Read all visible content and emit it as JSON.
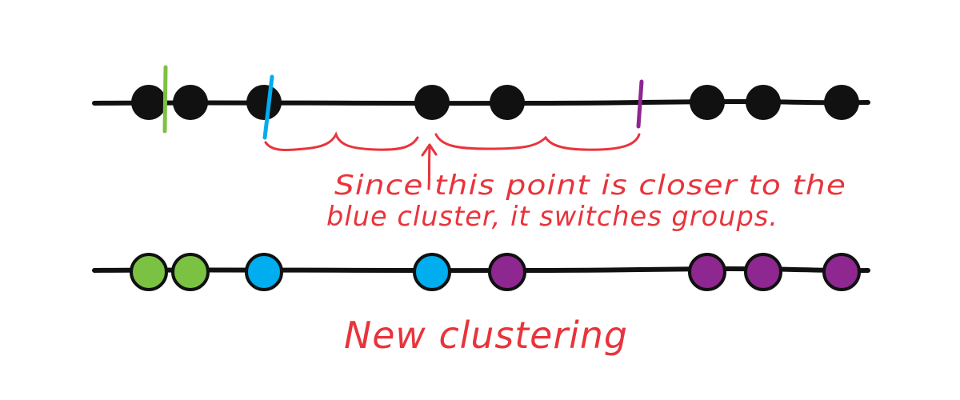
{
  "colors": {
    "line": "#111111",
    "dot_default": "#111111",
    "dot_outline": "#111111",
    "annotation": "#e8343c",
    "green": "#7cc242",
    "blue": "#00adef",
    "purple": "#8e278f"
  },
  "top_row": {
    "points": [
      {
        "id": "p1"
      },
      {
        "id": "p2"
      },
      {
        "id": "p3"
      },
      {
        "id": "p4"
      },
      {
        "id": "p5"
      },
      {
        "id": "p6"
      },
      {
        "id": "p7"
      },
      {
        "id": "p8"
      }
    ],
    "markers": [
      {
        "id": "green-marker",
        "color": "green"
      },
      {
        "id": "blue-marker",
        "color": "blue"
      },
      {
        "id": "purple-marker",
        "color": "purple"
      }
    ]
  },
  "annotation": {
    "line1": "Since this point is closer to the",
    "line2": "blue cluster, it switches groups."
  },
  "bottom_row": {
    "points": [
      {
        "id": "p1",
        "cluster": "green"
      },
      {
        "id": "p2",
        "cluster": "green"
      },
      {
        "id": "p3",
        "cluster": "blue"
      },
      {
        "id": "p4",
        "cluster": "blue"
      },
      {
        "id": "p5",
        "cluster": "purple"
      },
      {
        "id": "p6",
        "cluster": "purple"
      },
      {
        "id": "p7",
        "cluster": "purple"
      },
      {
        "id": "p8",
        "cluster": "purple"
      }
    ]
  },
  "caption": "New clustering"
}
